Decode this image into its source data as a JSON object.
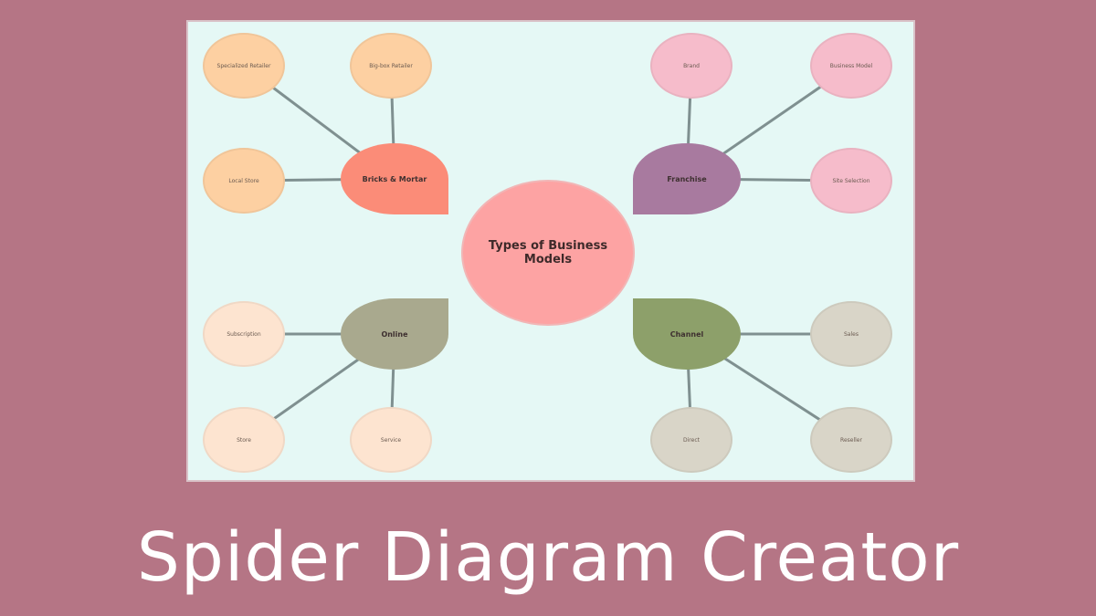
{
  "title": "Spider Diagram Creator",
  "diagram": {
    "center": {
      "label": "Types of Business Models",
      "color": "#fda3a3"
    },
    "line_color": "#7f9090",
    "branches": [
      {
        "label": "Bricks & Mortar",
        "color": "#fb8c78",
        "leaf_color": "#fdd0a2",
        "leaves": [
          "Specialized Retailer",
          "Big-box Retailer",
          "Local Store"
        ]
      },
      {
        "label": "Franchise",
        "color": "#a87a9f",
        "leaf_color": "#f6bccb",
        "leaves": [
          "Brand",
          "Business Model",
          "Site Selection"
        ]
      },
      {
        "label": "Online",
        "color": "#a9a98e",
        "leaf_color": "#fde4d0",
        "leaves": [
          "Subscription",
          "Store",
          "Service"
        ]
      },
      {
        "label": "Channel",
        "color": "#8da06a",
        "leaf_color": "#d9d5c8",
        "leaves": [
          "Sales",
          "Direct",
          "Reseller"
        ]
      }
    ]
  }
}
